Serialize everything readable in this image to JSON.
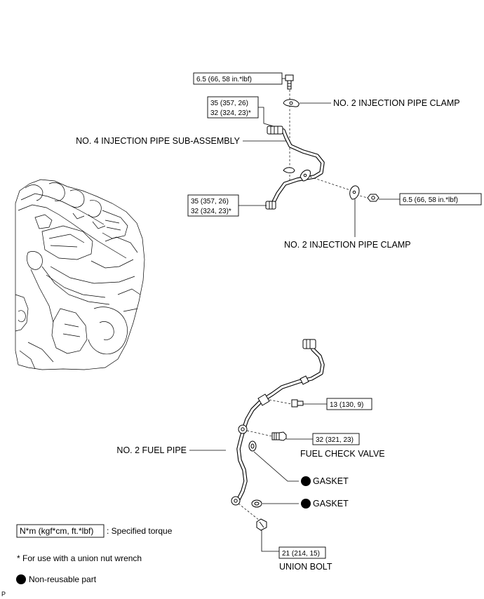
{
  "callouts": {
    "top_bolt_torque": "6.5 (66, 58 in.*lbf)",
    "upper_union_torque_1": "35 (357, 26)",
    "upper_union_torque_2": "32 (324, 23)*",
    "lower_union_torque_1": "35 (357, 26)",
    "lower_union_torque_2": "32 (324, 23)*",
    "right_nut_torque": "6.5 (66, 58 in.*lbf)",
    "fuel_pipe_bolt_torque": "13 (130, 9)",
    "check_valve_torque": "32 (321, 23)",
    "union_bolt_torque": "21 (214, 15)"
  },
  "labels": {
    "clamp_upper": "NO. 2 INJECTION PIPE CLAMP",
    "pipe_sub_assembly": "NO. 4 INJECTION PIPE SUB-ASSEMBLY",
    "clamp_lower": "NO. 2 INJECTION PIPE CLAMP",
    "fuel_pipe": "NO. 2 FUEL PIPE",
    "fuel_check_valve": "FUEL CHECK VALVE",
    "gasket_1": "GASKET",
    "gasket_2": "GASKET",
    "union_bolt": "UNION BOLT"
  },
  "legend": {
    "torque_unit_box": "N*m (kgf*cm, ft.*lbf)",
    "torque_description": ": Specified torque",
    "asterisk_note": "* For use with a union nut wrench",
    "nonreusable_note": "Non-reusable part"
  },
  "corner_mark": "P",
  "colors": {
    "ink": "#000000",
    "paper": "#ffffff"
  }
}
